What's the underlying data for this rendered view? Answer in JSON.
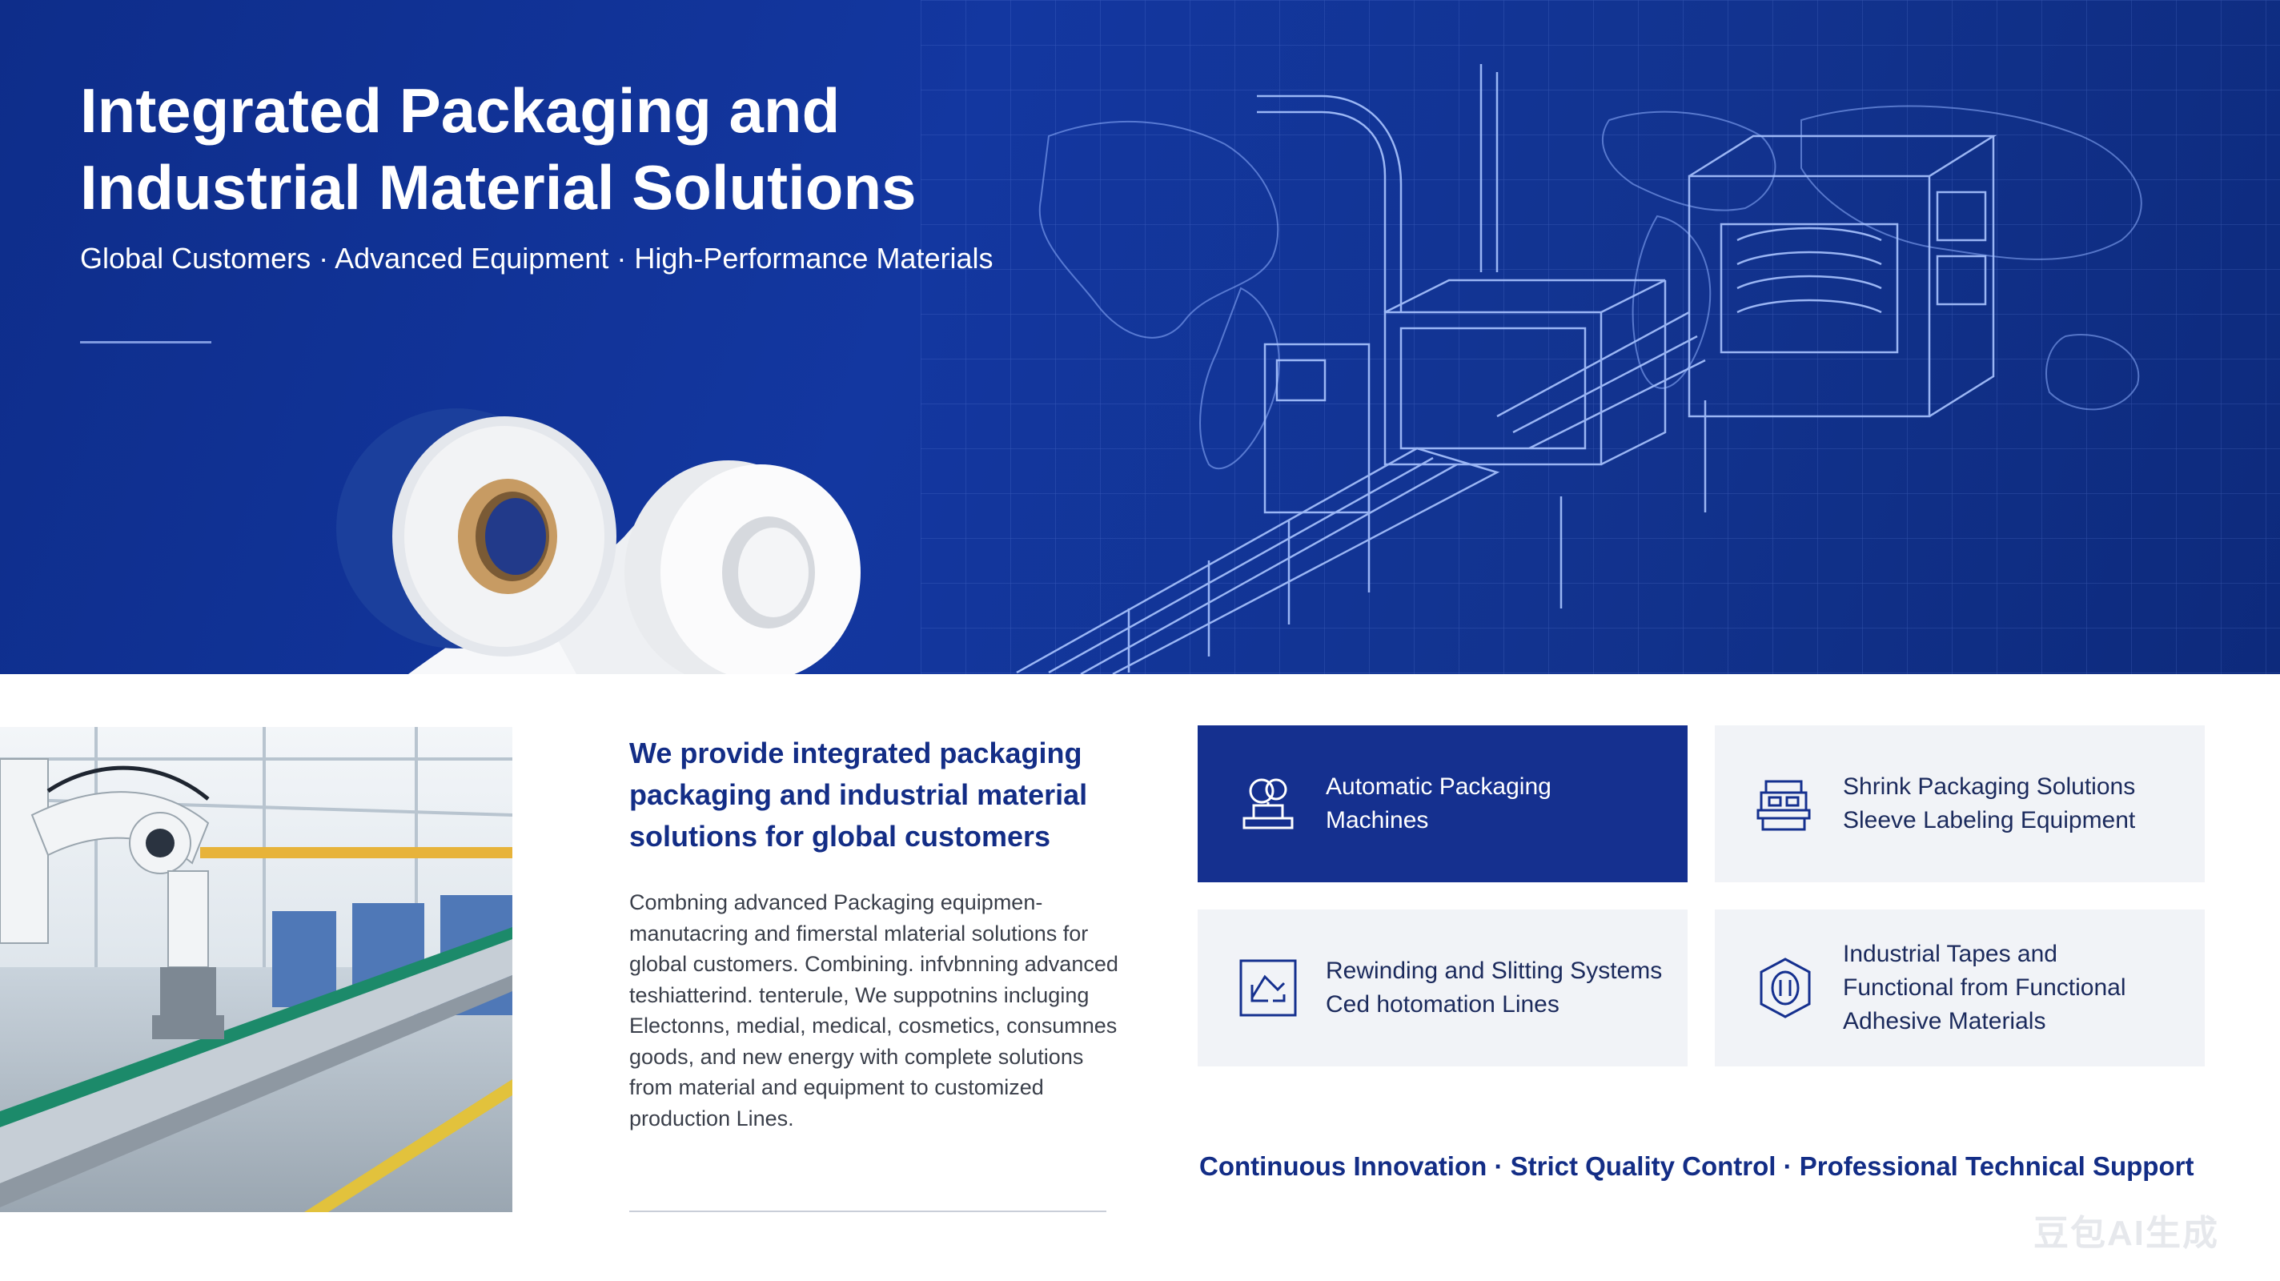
{
  "hero": {
    "title": "Integrated Packaging and Industrial Material Solutions",
    "subtitle": "Global Customers · Advanced Equipment · High-Performance Materials"
  },
  "intro": {
    "heading": "We provide integrated packaging packaging and industrial material solutions for global customers",
    "body": "Combning advanced Packaging equipmen- manutacring and fimerstal mlaterial solutions for global customers. Combining. infvbnning advanced teshiatterind. tenterule, We suppotnins incluging Electonns, medial, medical, cosmetics, consumnes goods, and new energy with complete solutions from material and equipment to customized production Lines."
  },
  "cards": [
    {
      "lines": [
        "Automatic Packaging",
        "Machines"
      ],
      "icon": "gears-icon",
      "highlighted": true
    },
    {
      "lines": [
        "Shrink Packaging Solutions",
        "Sleeve Labeling Equipment"
      ],
      "icon": "machine-icon",
      "highlighted": false
    },
    {
      "lines": [
        "Rewinding and Slitting Systems",
        "Ced hotomation Lines"
      ],
      "icon": "rewind-icon",
      "highlighted": false
    },
    {
      "lines": [
        "Industrial Tapes and",
        "Functional from Functional",
        "Adhesive Materials"
      ],
      "icon": "tape-roll-icon",
      "highlighted": false
    }
  ],
  "tagline": "Continuous Innovation · Strict Quality Control · Professional Technical Support",
  "watermark": "豆包AI生成",
  "colors": {
    "brand_blue": "#15308f",
    "hero_blue": "#1337a0",
    "card_gray": "#f1f3f7"
  }
}
